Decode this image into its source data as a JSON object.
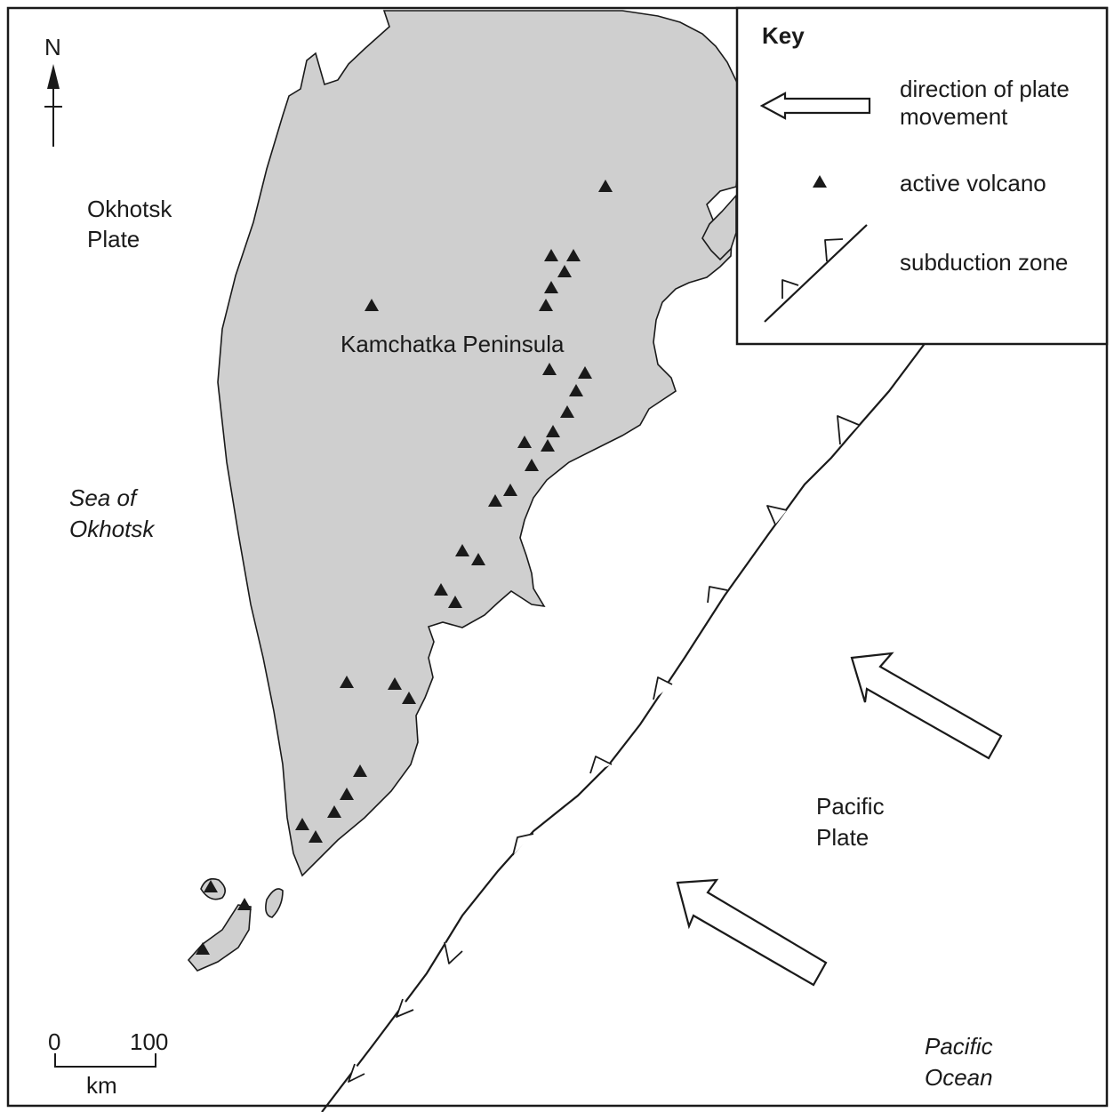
{
  "map": {
    "north_label": "N",
    "labels": {
      "okhotsk_plate_line1": "Okhotsk",
      "okhotsk_plate_line2": "Plate",
      "sea_line1": "Sea of",
      "sea_line2": "Okhotsk",
      "peninsula": "Kamchatka Peninsula",
      "pacific_plate_line1": "Pacific",
      "pacific_plate_line2": "Plate",
      "pacific_ocean_line1": "Pacific",
      "pacific_ocean_line2": "Ocean"
    },
    "scale_bar": {
      "start": "0",
      "end": "100",
      "unit": "km"
    },
    "colors": {
      "land": "#cfcfcf",
      "ink": "#1a1a1a"
    }
  },
  "key": {
    "title": "Key",
    "items": [
      {
        "icon": "hollow-arrow-icon",
        "label_line1": "direction of plate",
        "label_line2": "movement"
      },
      {
        "icon": "volcano-triangle-icon",
        "label_line1": "active volcano"
      },
      {
        "icon": "subduction-zone-icon",
        "label_line1": "subduction zone"
      }
    ]
  }
}
